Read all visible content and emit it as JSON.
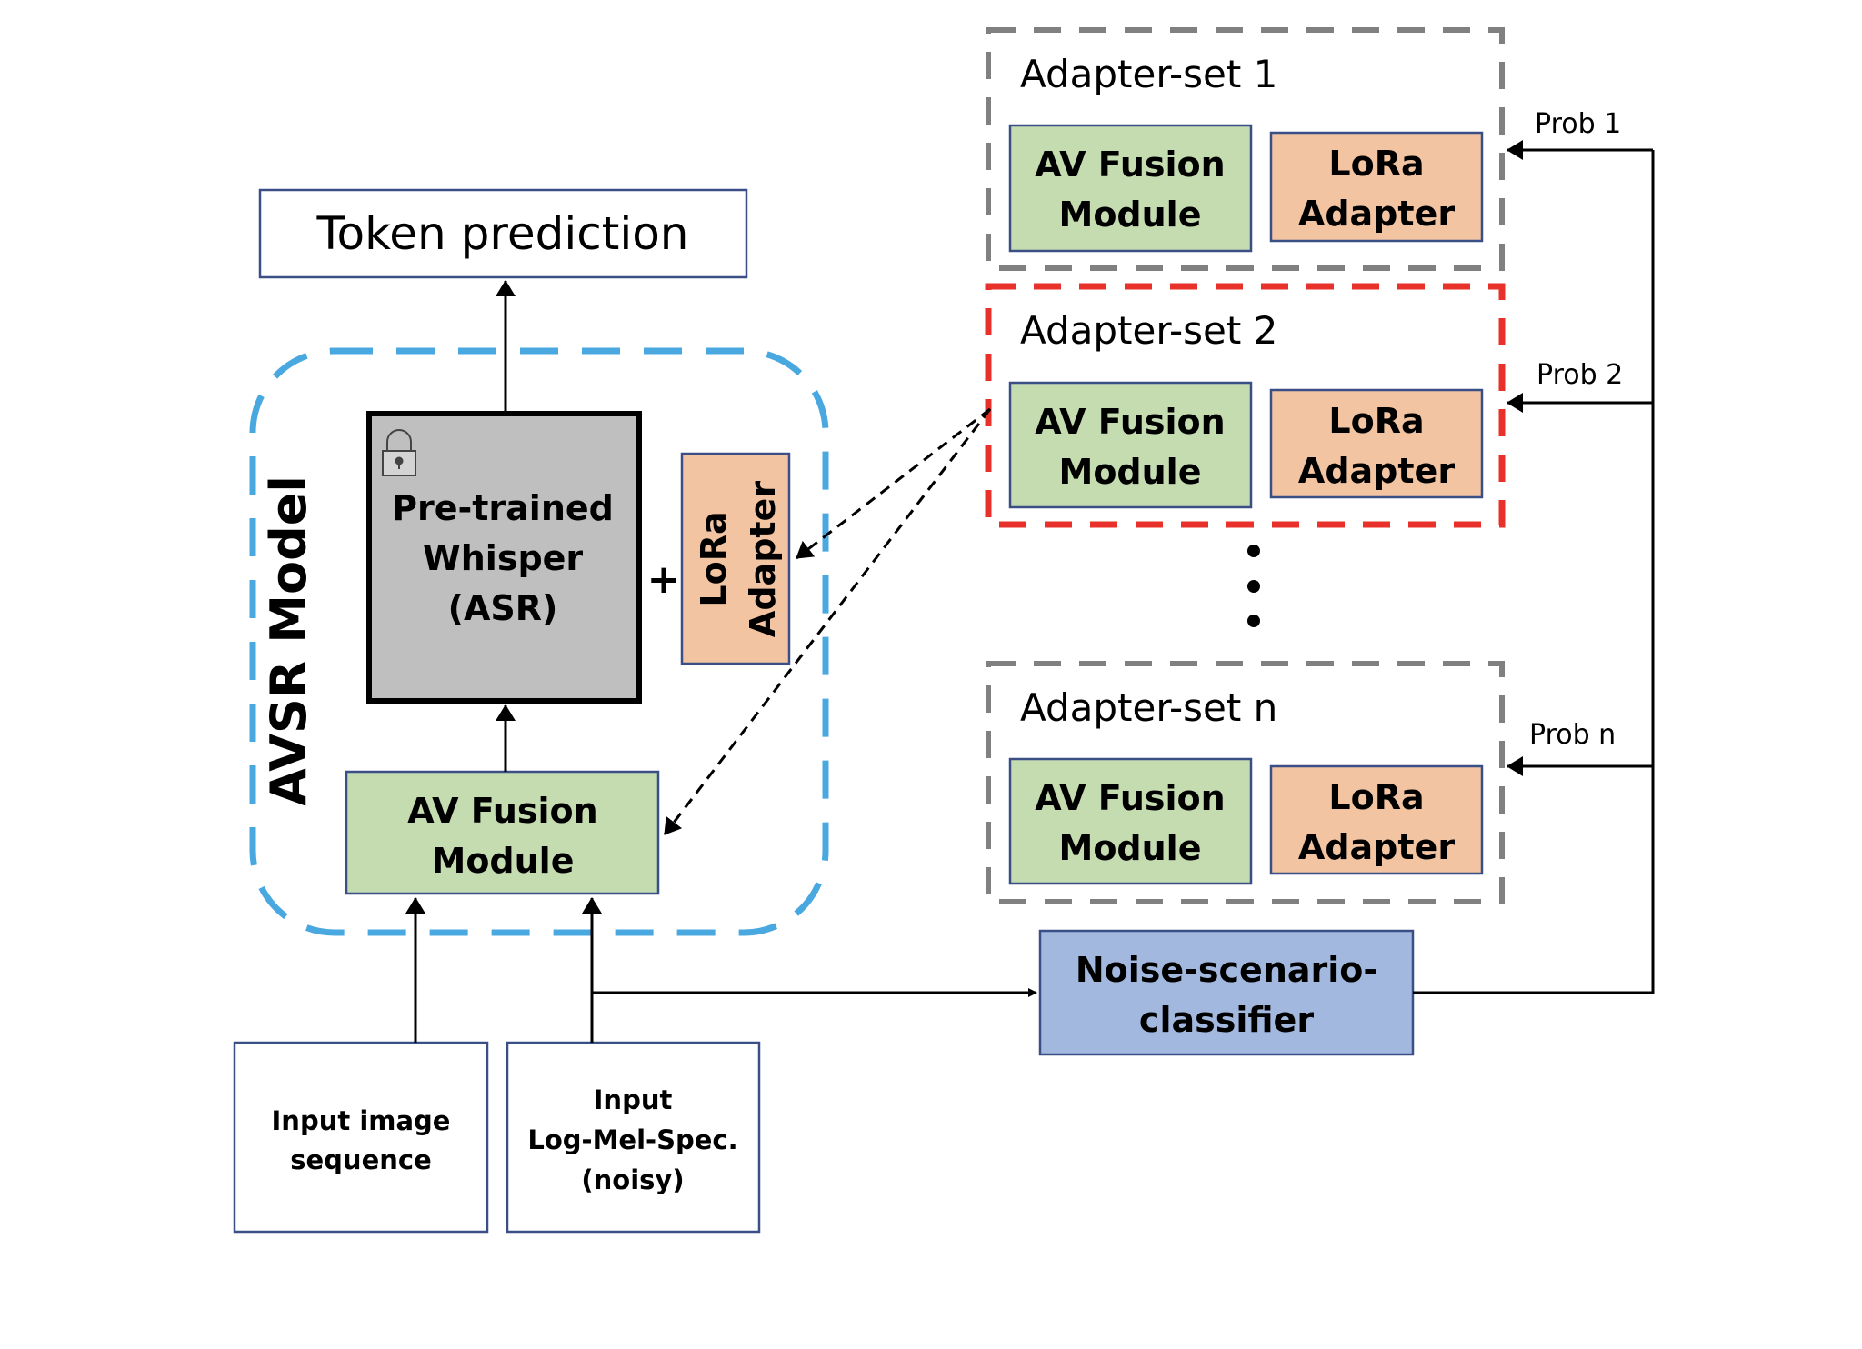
{
  "token_prediction": "Token prediction",
  "avsr_model_label": "AVSR Model",
  "whisper": {
    "line1": "Pre-trained",
    "line2": "Whisper",
    "line3": "(ASR)"
  },
  "plus_sign": "+",
  "lora_main": {
    "line1": "LoRa",
    "line2": "Adapter"
  },
  "av_fusion_main": {
    "line1": "AV Fusion",
    "line2": "Module"
  },
  "inputs": {
    "image": {
      "line1": "Input image",
      "line2": "sequence"
    },
    "audio": {
      "line1": "Input",
      "line2": "Log-Mel-Spec.",
      "line3": "(noisy)"
    }
  },
  "adapter_sets": [
    {
      "title": "Adapter-set 1",
      "fusion_line1": "AV Fusion",
      "fusion_line2": "Module",
      "lora_line1": "LoRa",
      "lora_line2": "Adapter",
      "prob": "Prob 1"
    },
    {
      "title": "Adapter-set 2",
      "fusion_line1": "AV Fusion",
      "fusion_line2": "Module",
      "lora_line1": "LoRa",
      "lora_line2": "Adapter",
      "prob": "Prob 2"
    },
    {
      "title": "Adapter-set n",
      "fusion_line1": "AV Fusion",
      "fusion_line2": "Module",
      "lora_line1": "LoRa",
      "lora_line2": "Adapter",
      "prob": "Prob n"
    }
  ],
  "classifier": {
    "line1": "Noise-scenario-",
    "line2": "classifier"
  },
  "colors": {
    "fusion_fill": "#c5dbb0",
    "lora_fill": "#f2c4a2",
    "whisper_fill": "#bfbfbf",
    "classifier_fill": "#a3b8de",
    "box_border": "#3b4f87",
    "avsr_dash": "#4aa8e0",
    "set_dash_gray": "#808080",
    "set_dash_red": "#e8312a"
  }
}
